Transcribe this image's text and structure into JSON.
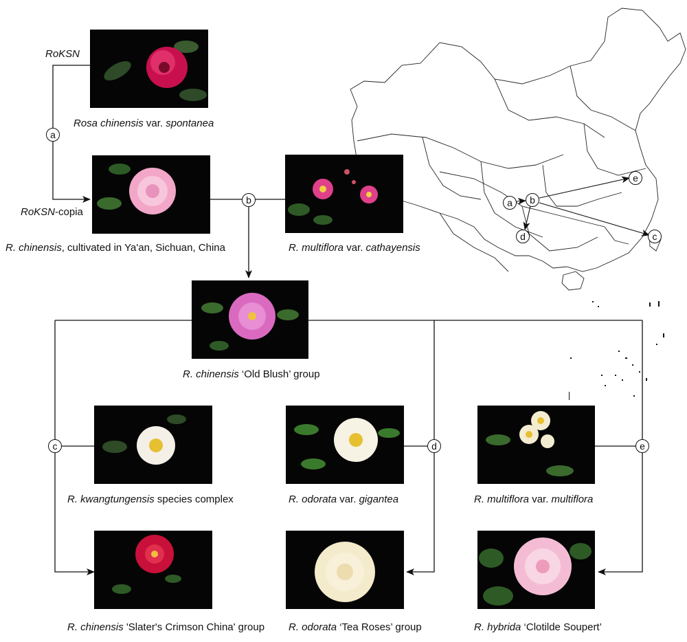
{
  "genes": {
    "roksn": "RoKSN",
    "copia_a": "RoKSN",
    "copia_b": "-copia"
  },
  "nodes": {
    "a": "a",
    "b": "b",
    "c": "c",
    "d": "d",
    "e": "e"
  },
  "map_nodes": {
    "a": "a",
    "b": "b",
    "c": "c",
    "d": "d",
    "e": "e"
  },
  "labels": {
    "spontanea": {
      "i1": "Rosa chinensis",
      "t1": " var. ",
      "i2": "spontanea"
    },
    "yaan": {
      "i1": "R. chinensis",
      "t1": ", cultivated in Ya'an, Sichuan, China"
    },
    "cathayensis": {
      "i1": "R. multiflora",
      "t1": " var. ",
      "i2": "cathayensis"
    },
    "old_blush": {
      "i1": "R. chinensis",
      "t1": " ‘Old Blush’ group"
    },
    "kwangtungensis": {
      "i1": "R. kwangtungensis",
      "t1": " species complex"
    },
    "gigantea": {
      "i1": "R. odorata",
      "t1": " var. ",
      "i2": "gigantea"
    },
    "multiflora": {
      "i1": "R. multiflora",
      "t1": " var. ",
      "i2": "multiflora"
    },
    "slaters": {
      "i1": "R. chinensis",
      "t1": " 'Slater's Crimson China' group"
    },
    "tea_roses": {
      "i1": "R. odorata",
      "t1": " ‘Tea Roses’ group"
    },
    "clotilde": {
      "i1": "R. hybrida",
      "t1": " ‘Clotilde Soupert’"
    }
  },
  "colors": {
    "background": "#ffffff",
    "line": "#111111",
    "photo_bg": "#050505"
  }
}
